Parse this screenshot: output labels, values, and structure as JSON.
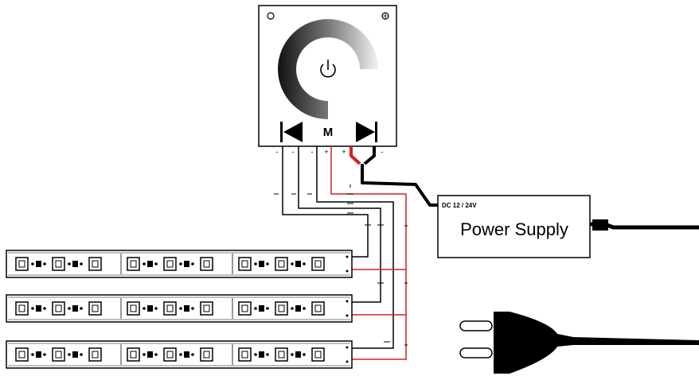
{
  "controller": {
    "mode_label": "M",
    "pin_signs": [
      "-",
      "-",
      "-",
      "+",
      "+",
      "-"
    ]
  },
  "power_supply": {
    "spec": "DC 12 / 24V",
    "title": "Power Supply"
  },
  "colors": {
    "wire_black": "#000000",
    "wire_red": "#d42020",
    "outline": "#000000"
  },
  "led_strips": {
    "count": 3,
    "segments_per_strip": 3
  }
}
